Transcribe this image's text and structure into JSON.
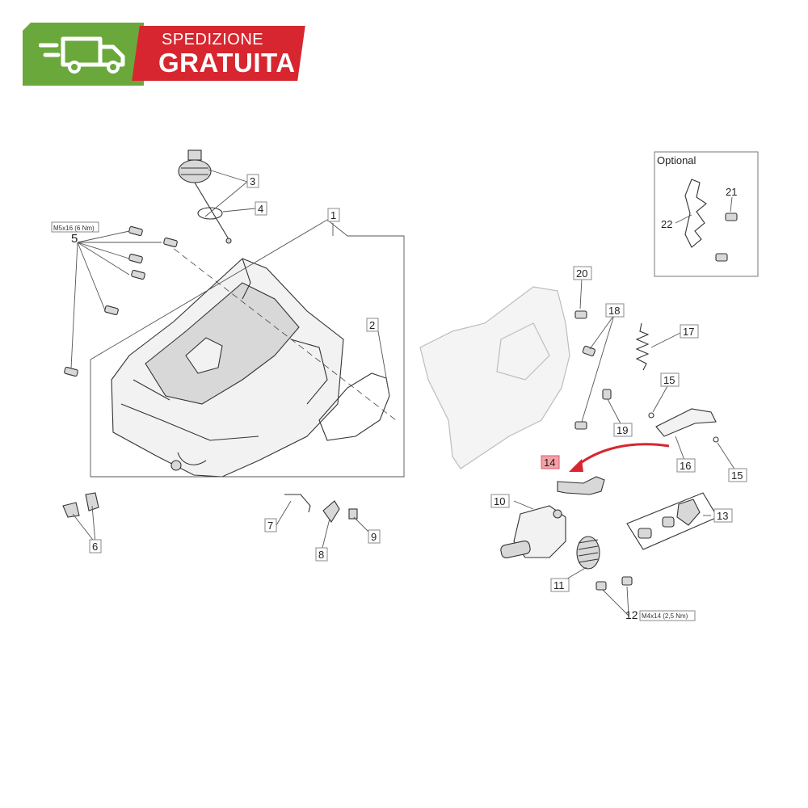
{
  "banner": {
    "line1": "SPEDIZIONE",
    "line2": "GRATUITA",
    "icon": "delivery-truck-icon",
    "colors": {
      "green": "#6aa83b",
      "red": "#d7262f"
    }
  },
  "diagram": {
    "optional_label": "Optional",
    "torque_labels": {
      "screws_5": "M5x16 (6 Nm)",
      "screws_12": "M4x14 (2,5 Nm)"
    },
    "highlighted_part": "14",
    "highlight_color": "#d7262f",
    "callouts": {
      "c1": "1",
      "c2": "2",
      "c3": "3",
      "c4": "4",
      "c5": "5",
      "c6": "6",
      "c7": "7",
      "c8": "8",
      "c9": "9",
      "c10": "10",
      "c11": "11",
      "c12": "12",
      "c13": "13",
      "c14": "14",
      "c15a": "15",
      "c15b": "15",
      "c16": "16",
      "c17": "17",
      "c18": "18",
      "c19": "19",
      "c20": "20",
      "c21": "21",
      "c22": "22"
    }
  }
}
